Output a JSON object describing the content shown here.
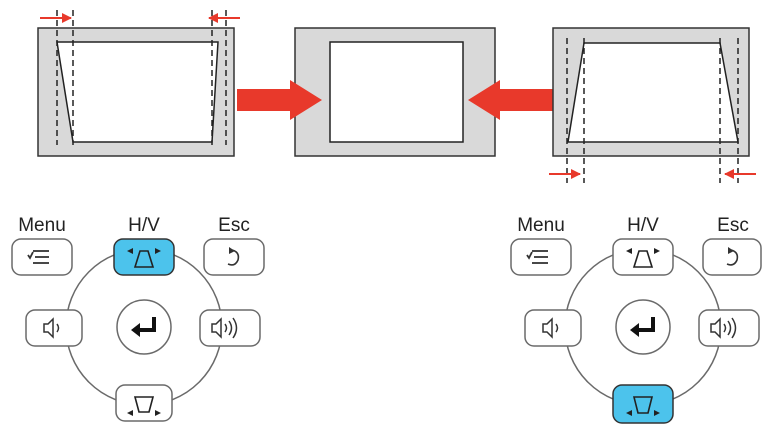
{
  "colors": {
    "screen_fill": "#d9d9d9",
    "outline": "#333333",
    "arrow_red": "#e8392b",
    "highlight_blue": "#4cc3ec",
    "button_border": "#6a6a6a"
  },
  "remote_left": {
    "menu_label": "Menu",
    "hv_label": "H/V",
    "esc_label": "Esc",
    "highlighted_button": "keystone-up"
  },
  "remote_right": {
    "menu_label": "Menu",
    "hv_label": "H/V",
    "esc_label": "Esc",
    "highlighted_button": "keystone-down"
  },
  "icons": {
    "menu": "menu-list-icon",
    "keystone_up": "keystone-up-icon",
    "keystone_down": "keystone-down-icon",
    "esc": "return-arrow-icon",
    "vol_down": "volume-down-icon",
    "vol_up": "volume-up-icon",
    "enter": "enter-icon"
  }
}
